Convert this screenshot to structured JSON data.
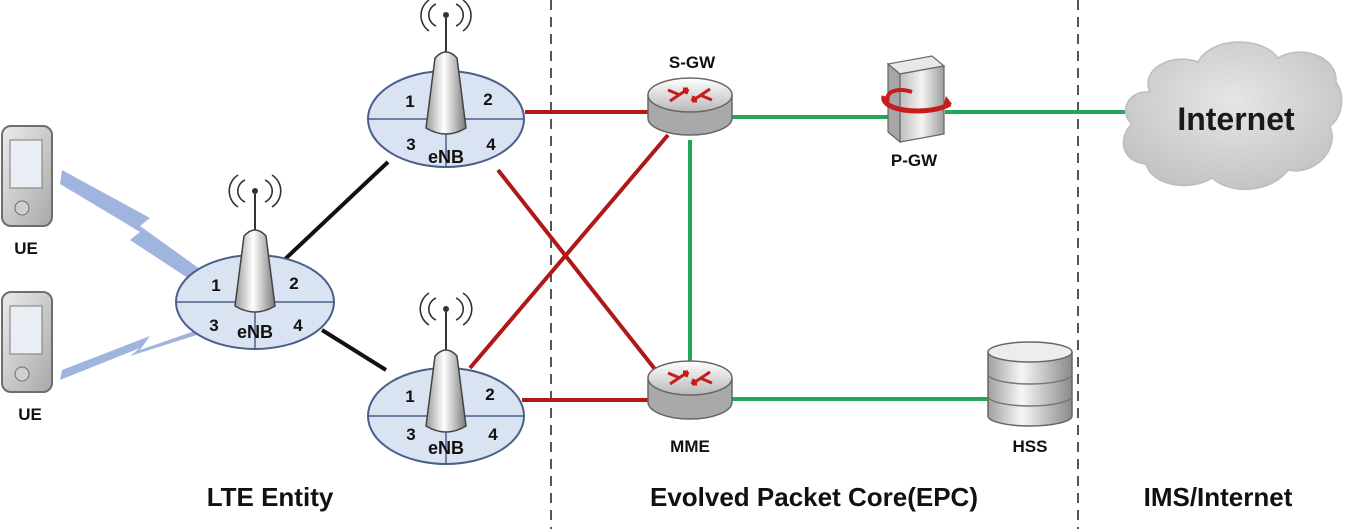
{
  "sections": {
    "lte": "LTE Entity",
    "epc": "Evolved Packet Core(EPC)",
    "ims": "IMS/Internet"
  },
  "ue_label": "UE",
  "enb": {
    "label": "eNB",
    "sectors": [
      "1",
      "2",
      "3",
      "4"
    ]
  },
  "nodes": {
    "sgw": "S-GW",
    "pgw": "P-GW",
    "mme": "MME",
    "hss": "HSS",
    "internet": "Internet"
  },
  "colors": {
    "s1_link": "#b01818",
    "x2_link": "#111111",
    "epc_link": "#22a85a",
    "radio": "#8ea8d8",
    "enb_fill": "#d9e3f2",
    "enb_stroke": "#4a5f8a",
    "separator": "#555555"
  }
}
